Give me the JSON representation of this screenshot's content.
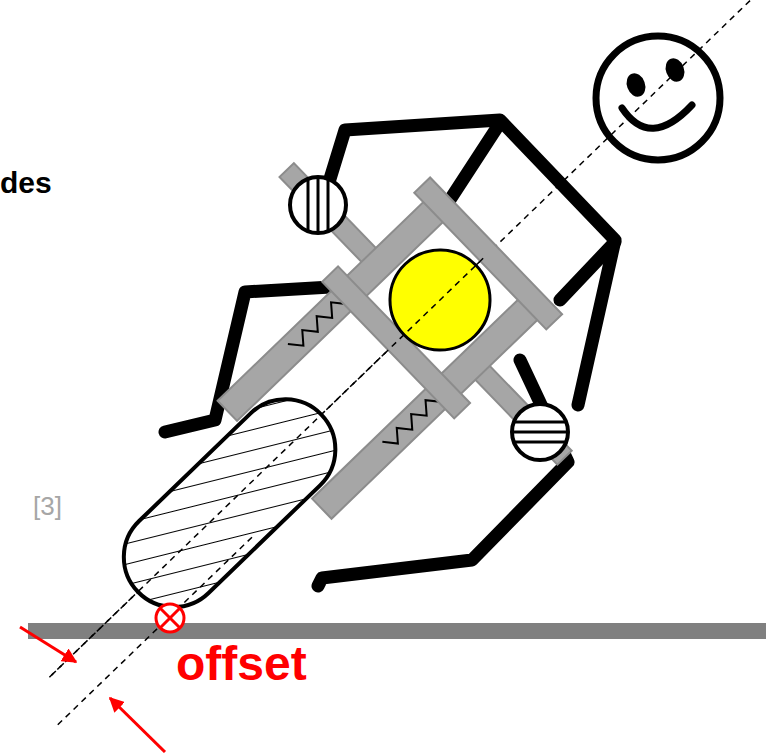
{
  "diagram": {
    "labels": [
      "des",
      "[3]",
      "offset"
    ]
  }
}
